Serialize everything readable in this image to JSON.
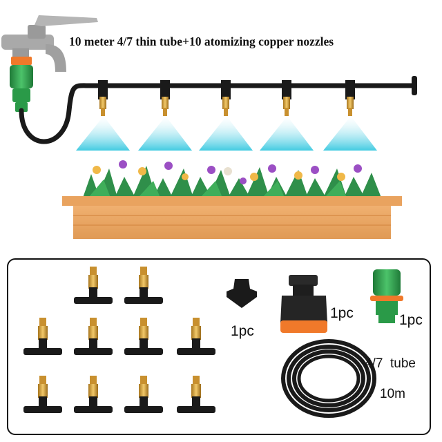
{
  "headline": "10 meter 4/7 thin tube+10 atomizing copper nozzles",
  "kit": {
    "plug_qty": "1pc",
    "adapter_qty": "1pc",
    "connector_qty": "1pc",
    "tube_label": "4/7  tube",
    "tube_length": "10m"
  },
  "colors": {
    "tube": "#1a1a1a",
    "brass": "#d9a641",
    "mist": "#38c8e0",
    "faucet": "#a8a8a8",
    "connector_green": "#2fa84f",
    "adapter_orange": "#f0792a",
    "planter": "#e6a05f",
    "leaves": "#2f8f4a"
  },
  "icons": [
    "faucet-icon",
    "nozzle-icon",
    "mist-spray-icon",
    "planter-icon",
    "flower-icon",
    "tube-coil-icon",
    "end-plug-icon",
    "tap-adapter-icon",
    "quick-connector-icon"
  ]
}
